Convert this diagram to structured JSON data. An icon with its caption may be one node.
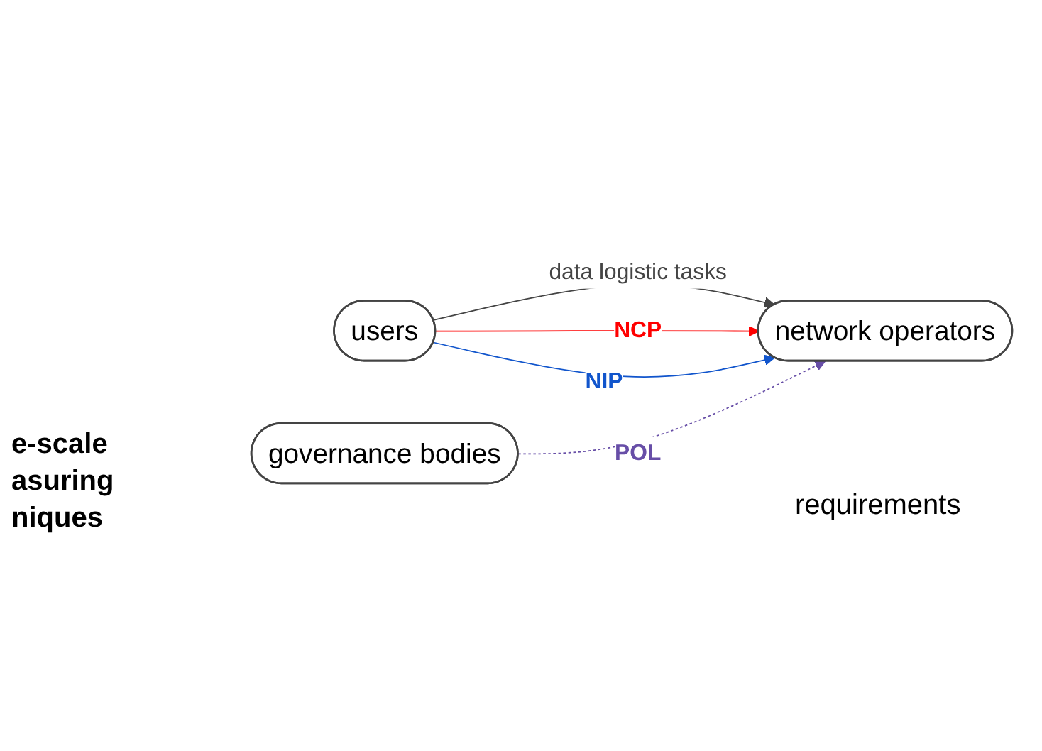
{
  "diagram": {
    "nodes": [
      {
        "text": [
          "users"
        ]
      },
      {
        "text": [
          "network operators"
        ]
      },
      {
        "text": [
          "governance bodies"
        ]
      }
    ],
    "edges": [
      {
        "from": 0,
        "to": 1,
        "arrow": "to",
        "label": "data logistic tasks"
      },
      {
        "from": 0,
        "to": 1,
        "arrow": "to",
        "label": "NCP",
        "color": "#ff0000"
      },
      {
        "from": 0,
        "to": 1,
        "arrow": "to",
        "label": "NIP",
        "color": "#1155cc"
      },
      {
        "from": 2,
        "to": 1,
        "arrow": "to",
        "label": "POL",
        "style": "dashed",
        "color": "#674ea7"
      }
    ],
    "labels": [
      "e-scale asuring niques",
      "requirements"
    ]
  }
}
